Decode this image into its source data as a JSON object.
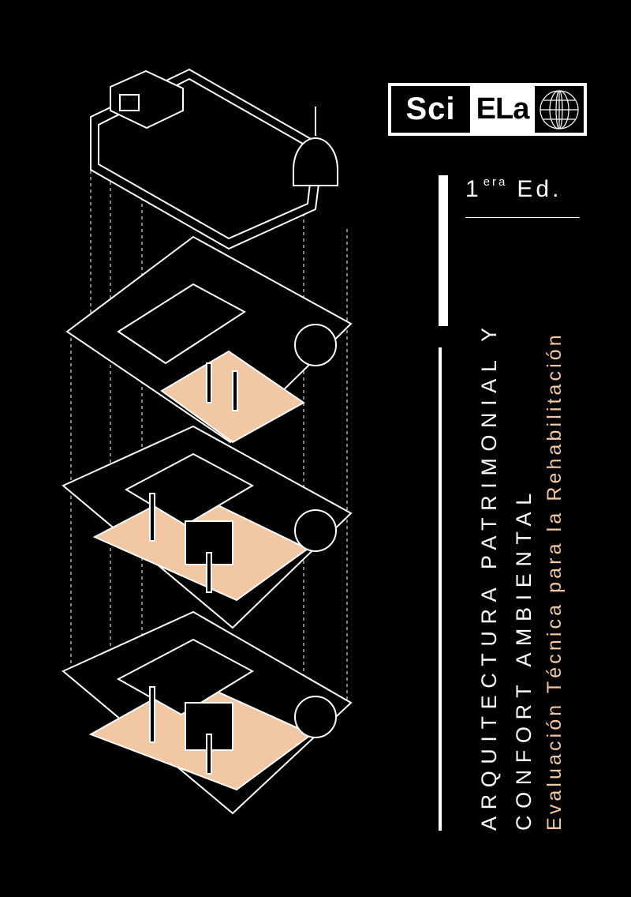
{
  "logo": {
    "part1": "Sci",
    "part2": "ELa",
    "icon": "globe-icon"
  },
  "edition": {
    "number": "1",
    "superscript": "era",
    "label": "Ed."
  },
  "title": {
    "line1": "ARQUITECTURA PATRIMONIAL Y",
    "line2": "CONFORT AMBIENTAL"
  },
  "subtitle": "Evaluación Técnica para la Rehabilitación",
  "colors": {
    "background": "#000000",
    "accent": "#f2c7a4",
    "text": "#ffffff"
  }
}
